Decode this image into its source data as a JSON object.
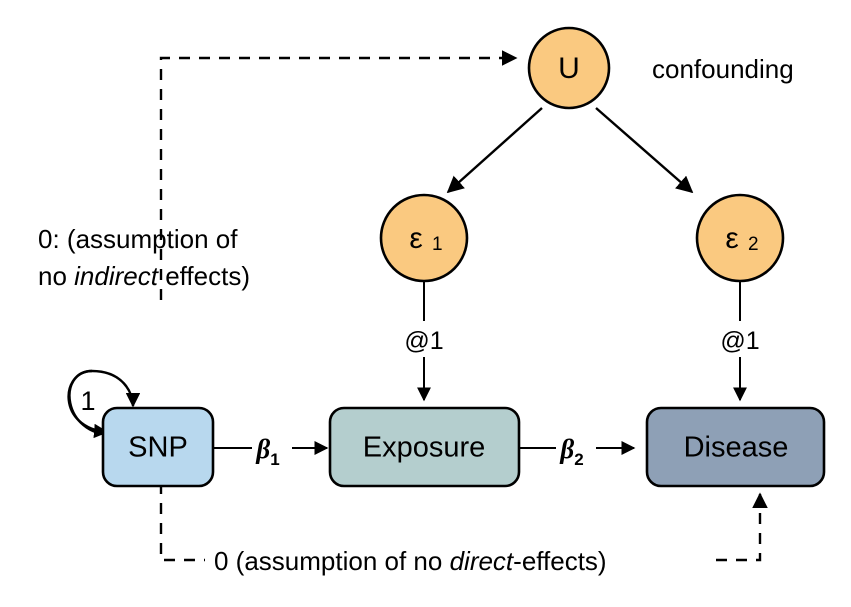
{
  "diagram": {
    "title": "Mendelian randomization path diagram",
    "background": "#ffffff",
    "colors": {
      "confounder_fill": "#fac980",
      "error_fill": "#fac980",
      "snp_fill": "#b8d8ee",
      "exposure_fill": "#b4cece",
      "disease_fill": "#8ea0b6",
      "stroke": "#000000"
    },
    "nodes": {
      "confounder": {
        "label": "U",
        "shape": "circle",
        "fill": "#fac980"
      },
      "error1": {
        "label": "ε",
        "subscript": "1",
        "shape": "circle",
        "fill": "#fac980"
      },
      "error2": {
        "label": "ε",
        "subscript": "2",
        "shape": "circle",
        "fill": "#fac980"
      },
      "snp": {
        "label": "SNP",
        "shape": "rounded-rect",
        "fill": "#b8d8ee"
      },
      "exposure": {
        "label": "Exposure",
        "shape": "rounded-rect",
        "fill": "#b4cece"
      },
      "disease": {
        "label": "Disease",
        "shape": "rounded-rect",
        "fill": "#8ea0b6"
      }
    },
    "edge_labels": {
      "snp_self_loop": "1",
      "snp_to_exposure": "β",
      "snp_to_exposure_sub": "1",
      "exposure_to_disease": "β",
      "exposure_to_disease_sub": "2",
      "error1_to_exposure": "@1",
      "error2_to_disease": "@1"
    },
    "annotations": {
      "confounding": "confounding",
      "indirect_line1": "0: (assumption of",
      "indirect_line2_pre": "no ",
      "indirect_line2_italic": "indirect",
      "indirect_line2_post": " effects)",
      "direct_pre": "0 (assumption of no ",
      "direct_italic": "direct",
      "direct_post": "-effects)"
    }
  }
}
